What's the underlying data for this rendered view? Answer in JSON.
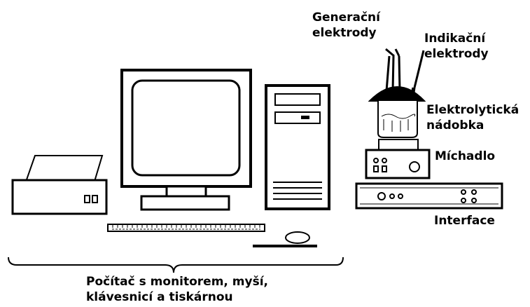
{
  "labels": {
    "generating_electrodes": [
      "Generační",
      "elektrody"
    ],
    "indicating_electrodes": [
      "Indikační",
      "elektrody"
    ],
    "electrolytic_vessel": [
      "Elektrolytická",
      "nádobka"
    ],
    "stirrer": "Míchadlo",
    "interface": "Interface",
    "computer": [
      "Počítač s monitorem, myší,",
      "klávesnicí a tiskárnou"
    ]
  },
  "colors": {
    "ink": "#000000",
    "background": "#ffffff"
  }
}
